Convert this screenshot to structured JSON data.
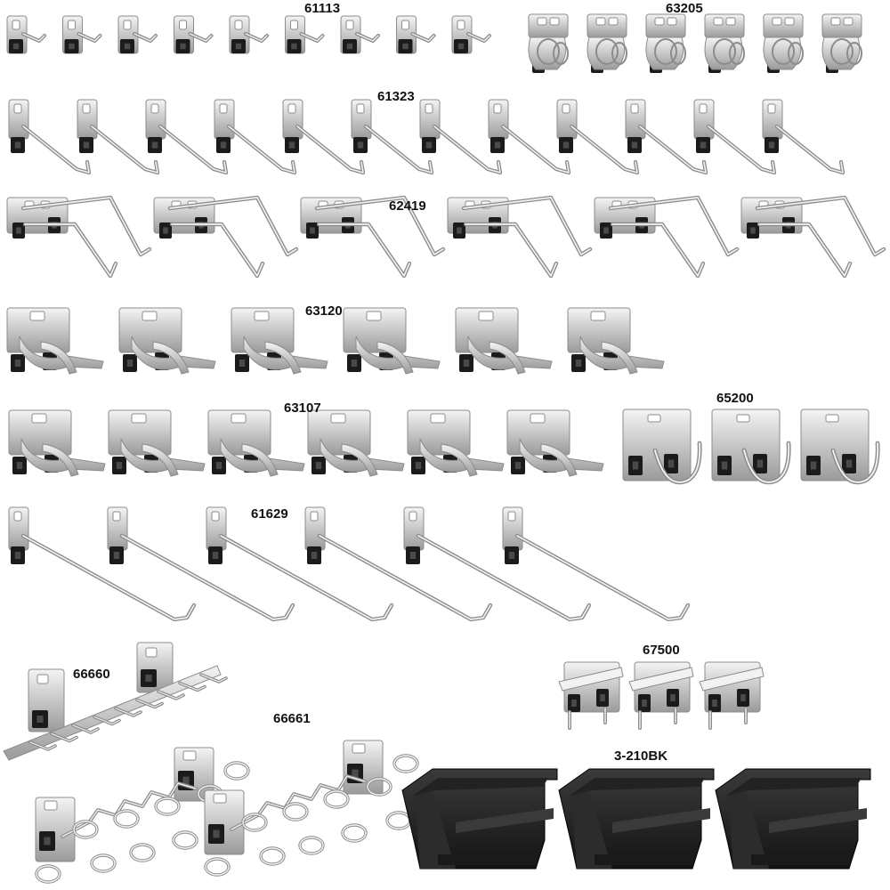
{
  "colors": {
    "steel_light": "#f2f2f2",
    "steel_mid": "#c4c4c4",
    "steel_dark": "#8c8c8c",
    "insert_black": "#1b1b1b",
    "bin_black": "#222222",
    "label_text": "#111111"
  },
  "groups": [
    {
      "part_number": "61113",
      "kind": "short-hook",
      "count": 9
    },
    {
      "part_number": "63205",
      "kind": "double-clip",
      "count": 6
    },
    {
      "part_number": "61323",
      "kind": "angled-hook",
      "count": 12
    },
    {
      "part_number": "62419",
      "kind": "double-hook",
      "count": 6
    },
    {
      "part_number": "63120",
      "kind": "spring-clip",
      "count": 6
    },
    {
      "part_number": "63107",
      "kind": "spring-clip",
      "count": 6
    },
    {
      "part_number": "65200",
      "kind": "j-hook",
      "count": 3
    },
    {
      "part_number": "61629",
      "kind": "long-hook",
      "count": 6
    },
    {
      "part_number": "67500",
      "kind": "bin-clip",
      "count": 3
    },
    {
      "part_number": "66660",
      "kind": "multi-tool-bar",
      "count": 1
    },
    {
      "part_number": "66661",
      "kind": "ring-holder",
      "count": 2
    },
    {
      "part_number": "3-210BK",
      "kind": "storage-bin",
      "count": 3
    }
  ]
}
